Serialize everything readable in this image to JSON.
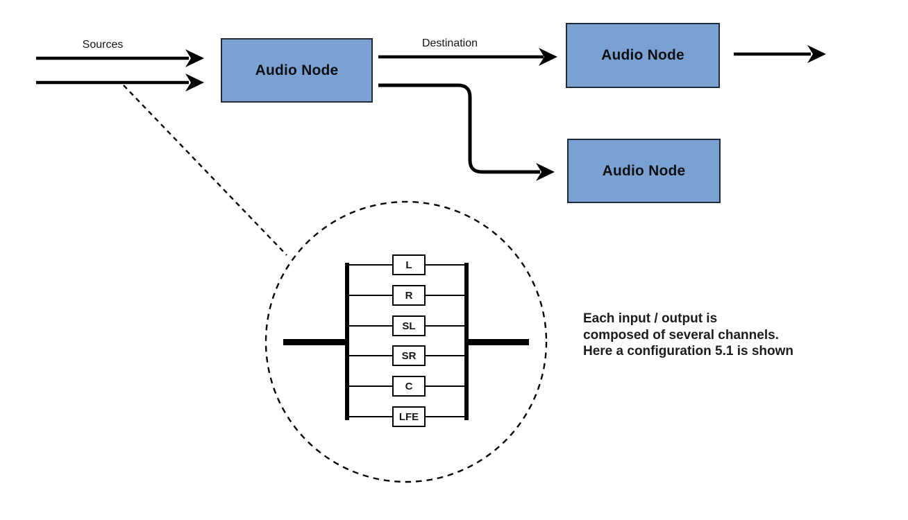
{
  "labels": {
    "sources": "Sources",
    "destination": "Destination"
  },
  "nodes": [
    {
      "label": "Audio Node"
    },
    {
      "label": "Audio Node"
    },
    {
      "label": "Audio Node"
    }
  ],
  "channels": [
    "L",
    "R",
    "SL",
    "SR",
    "C",
    "LFE"
  ],
  "caption": {
    "lines": [
      "Each input / output is",
      "composed of several channels.",
      "Here a configuration 5.1 is shown"
    ]
  },
  "colors": {
    "node_fill": "#7BA1D3",
    "node_border": "#1F2B38",
    "line": "#000000",
    "background": "#FFFFFF",
    "text": "#161616"
  }
}
